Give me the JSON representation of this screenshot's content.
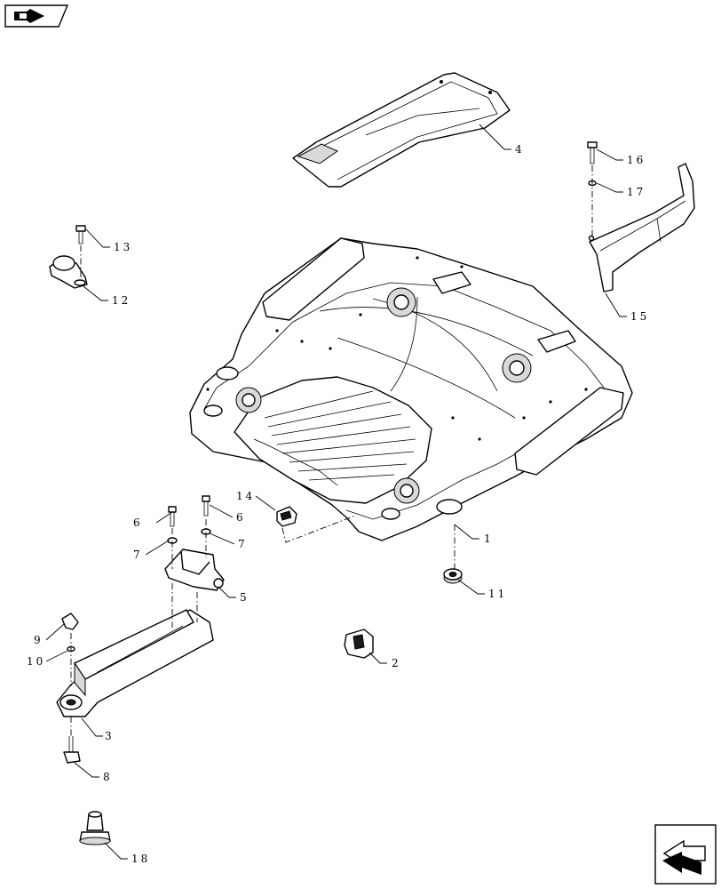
{
  "nav": {
    "top_icon": "arrow-right-folder-icon",
    "bottom_icon": "arrow-back-left-icon"
  },
  "callouts": {
    "c1": "1",
    "c2": "2",
    "c3": "3",
    "c4": "4",
    "c5": "5",
    "c6a": "6",
    "c6b": "6",
    "c7a": "7",
    "c7b": "7",
    "c8": "8",
    "c9": "9",
    "c10": "10",
    "c11": "11",
    "c12": "12",
    "c13": "13",
    "c14": "14",
    "c15": "15",
    "c16": "16",
    "c17": "17",
    "c18": "18"
  }
}
